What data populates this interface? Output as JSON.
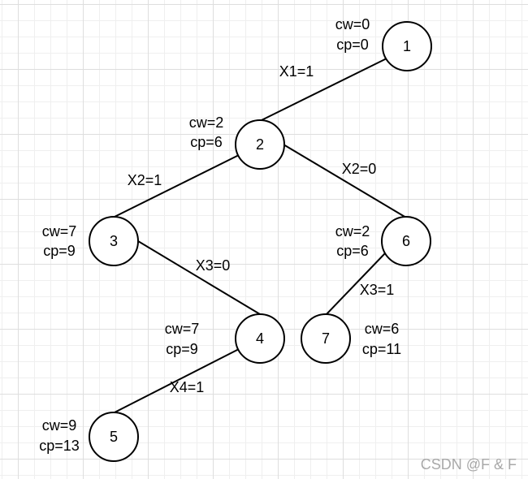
{
  "nodes": [
    {
      "label": "1",
      "cw": "cw=0",
      "cp": "cp=0"
    },
    {
      "label": "2",
      "cw": "cw=2",
      "cp": "cp=6"
    },
    {
      "label": "3",
      "cw": "cw=7",
      "cp": "cp=9"
    },
    {
      "label": "4",
      "cw": "cw=7",
      "cp": "cp=9"
    },
    {
      "label": "5",
      "cw": "cw=9",
      "cp": "cp=13"
    },
    {
      "label": "6",
      "cw": "cw=2",
      "cp": "cp=6"
    },
    {
      "label": "7",
      "cw": "cw=6",
      "cp": "cp=11"
    }
  ],
  "edges": {
    "1-2": {
      "label": "X1=1"
    },
    "2-3": {
      "label": "X2=1"
    },
    "2-6": {
      "label": "X2=0"
    },
    "3-4": {
      "label": "X3=0"
    },
    "4-5": {
      "label": "X4=1"
    },
    "6-7": {
      "label": "X3=1"
    }
  },
  "watermark": "CSDN @F & F",
  "colors": {
    "stroke": "#000000",
    "text": "#000000",
    "node_fill": "#ffffff",
    "watermark": "#a8a8a8"
  }
}
